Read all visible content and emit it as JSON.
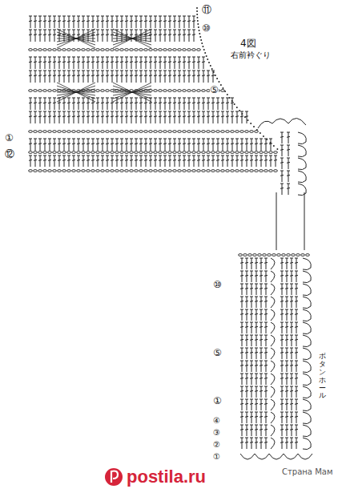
{
  "diagram": {
    "labels": [
      "⑪",
      "⑩",
      "4図",
      "右前衿ぐり",
      "⑤",
      "①",
      "⑫",
      "⑩",
      "⑤",
      "①",
      "ボタンホール",
      "④",
      "③",
      "②",
      "①",
      "postila.ru",
      "Страна Мам"
    ]
  }
}
